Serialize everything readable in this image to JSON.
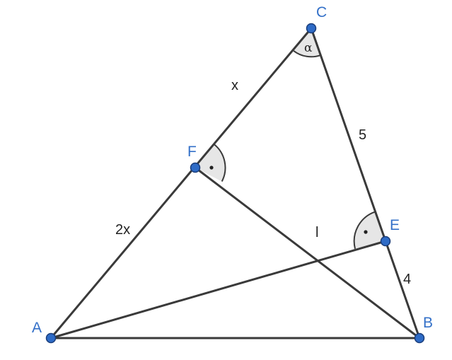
{
  "colors": {
    "point_fill": "#2e6bc6",
    "point_label": "#3370c8",
    "segment": "#3a3a3a",
    "angle_fill": "#e6e6e6"
  },
  "points": {
    "A": {
      "label": "A"
    },
    "B": {
      "label": "B"
    },
    "C": {
      "label": "C"
    },
    "E": {
      "label": "E"
    },
    "F": {
      "label": "F"
    }
  },
  "segments": {
    "CF": {
      "label": "x"
    },
    "FA": {
      "label": "2x"
    },
    "CE": {
      "label": "5"
    },
    "EB": {
      "label": "4"
    },
    "AE": {
      "label": "l"
    }
  },
  "angles": {
    "C": {
      "label": "α"
    },
    "F": {
      "type": "right-angle"
    },
    "E": {
      "type": "right-angle"
    }
  }
}
